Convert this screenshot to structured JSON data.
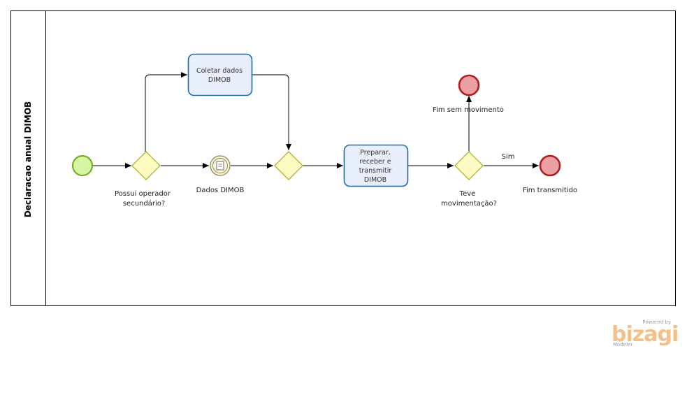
{
  "pool": {
    "lane_label": "Declaracao anual DIMOB"
  },
  "events": {
    "start": {
      "label": ""
    },
    "intermediate_data": {
      "label": "Dados DIMOB"
    },
    "end_no_movement": {
      "label": "Fim sem movimento"
    },
    "end_transmitted": {
      "label": "Fim transmitido"
    }
  },
  "gateways": {
    "secondary_operator": {
      "lines": [
        "Possui operador",
        "secundário?"
      ]
    },
    "merge": {
      "label": ""
    },
    "had_movement": {
      "lines": [
        "Teve",
        "movimentação?"
      ]
    }
  },
  "tasks": {
    "collect": {
      "lines": [
        "Coletar dados",
        "DIMOB"
      ]
    },
    "prepare": {
      "lines": [
        "Preparar,",
        "receber e",
        "transmitir",
        "DIMOB"
      ]
    }
  },
  "flows": {
    "yes_label": "Sim"
  },
  "watermark": {
    "powered": "Powered by",
    "brand": "bizagi",
    "product": "Modeler"
  },
  "colors": {
    "start_fill": "#d6f5a3",
    "start_stroke": "#6aaa1a",
    "end_fill": "#eda0a3",
    "end_stroke": "#b01c1f",
    "gateway_fill": "#fdfbc2",
    "gateway_stroke": "#a8a828",
    "task_fill": "#e8eefb",
    "task_stroke": "#1e6aa8",
    "intermediate_fill": "#f8f5dc",
    "intermediate_stroke": "#8c8350"
  }
}
